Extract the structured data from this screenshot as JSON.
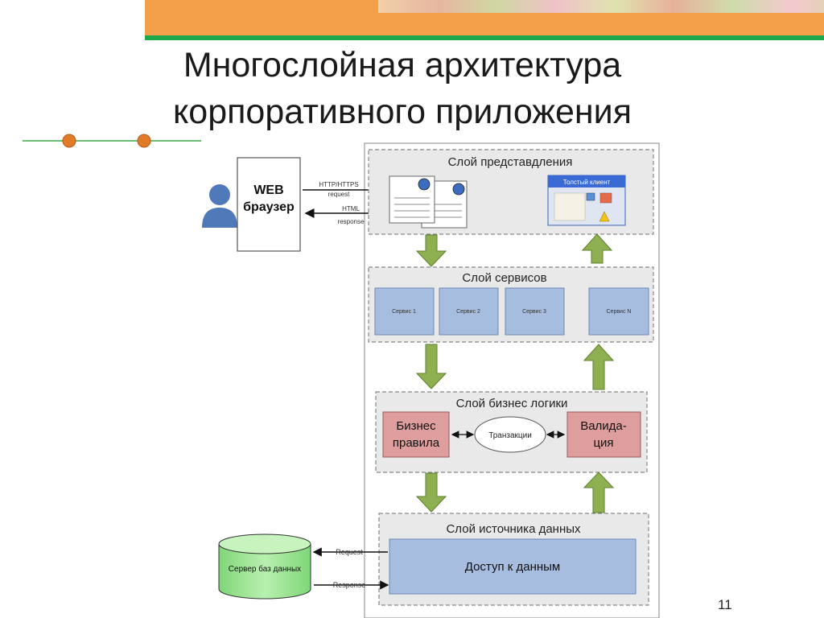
{
  "slide": {
    "title_line1": "Многослойная архитектура",
    "title_line2": "корпоративного приложения",
    "page_number": "11"
  },
  "client": {
    "browser_line1": "WEB",
    "browser_line2": "браузер",
    "request_label_line1": "HTTP/HTTPS",
    "request_label_line2": "request",
    "response_label_line1": "HTML",
    "response_label_line2": "response"
  },
  "layers": {
    "presentation": {
      "title": "Слой представдления",
      "thick_client_title": "Толстый клиент"
    },
    "services": {
      "title": "Слой сервисов",
      "items": [
        "Сервис 1",
        "Сервис 2",
        "Сервис 3",
        "Сервис N"
      ]
    },
    "business": {
      "title": "Слой бизнес логики",
      "rules_line1": "Бизнес",
      "rules_line2": "правила",
      "transactions": "Транзакции",
      "validation_line1": "Валида-",
      "validation_line2": "ция"
    },
    "datasource": {
      "title": "Слой источника данных",
      "data_access": "Доступ к данным"
    }
  },
  "database": {
    "label": "Сервер баз данных",
    "request_label": "Request",
    "response_label": "Response"
  },
  "colors": {
    "arrow_green": "#8fb050",
    "service_blue": "#a7bde0",
    "business_red": "#de9e9e",
    "db_green": "#a7e8a0"
  }
}
